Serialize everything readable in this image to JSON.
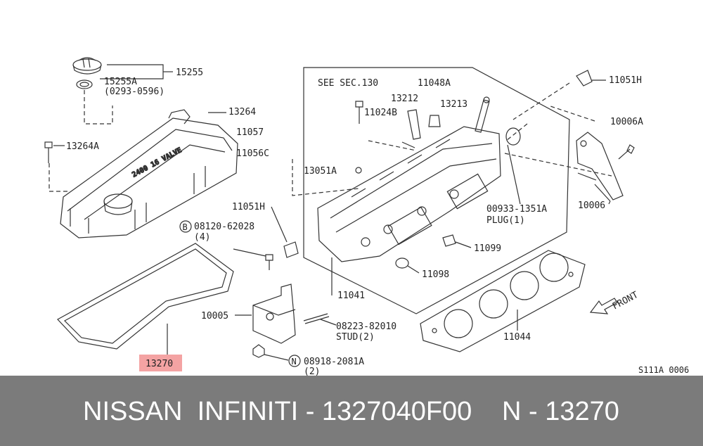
{
  "labels": {
    "l15255": "15255",
    "l15255a": "15255A",
    "l0293": "(0293-0596)",
    "l13264": "13264",
    "l11057": "11057",
    "l11056c": "11056C",
    "l13264a": "13264A",
    "lseesec": "SEE SEC.130",
    "l11048a": "11048A",
    "l13212": "13212",
    "l13213": "13213",
    "l11024b": "11024B",
    "l11051h_top": "11051H",
    "l10006a": "10006A",
    "l10006": "10006",
    "l13051a": "13051A",
    "l11051h_mid": "11051H",
    "l00933": "00933-1351A",
    "lplug": "PLUG(1)",
    "lb_bolt": "08120-62028",
    "lb_qty": "(4)",
    "l11099": "11099",
    "l11098": "11098",
    "l11041": "11041",
    "l10005": "10005",
    "l08223": "08223-82010",
    "lstud": "STUD(2)",
    "l11044": "11044",
    "lfront": "FRONT",
    "l13270": "13270",
    "ln_nut": "08918-2081A",
    "ln_qty": "(2)",
    "lsheet": "S111A 0006",
    "badge_b": "B",
    "badge_n": "N",
    "cover_text": "2400 16 VALVE"
  },
  "highlight_color": "#f4a3a3",
  "footer": {
    "left": "NISSAN  INFINITI - 1327040F00",
    "right": "N - 13270"
  }
}
